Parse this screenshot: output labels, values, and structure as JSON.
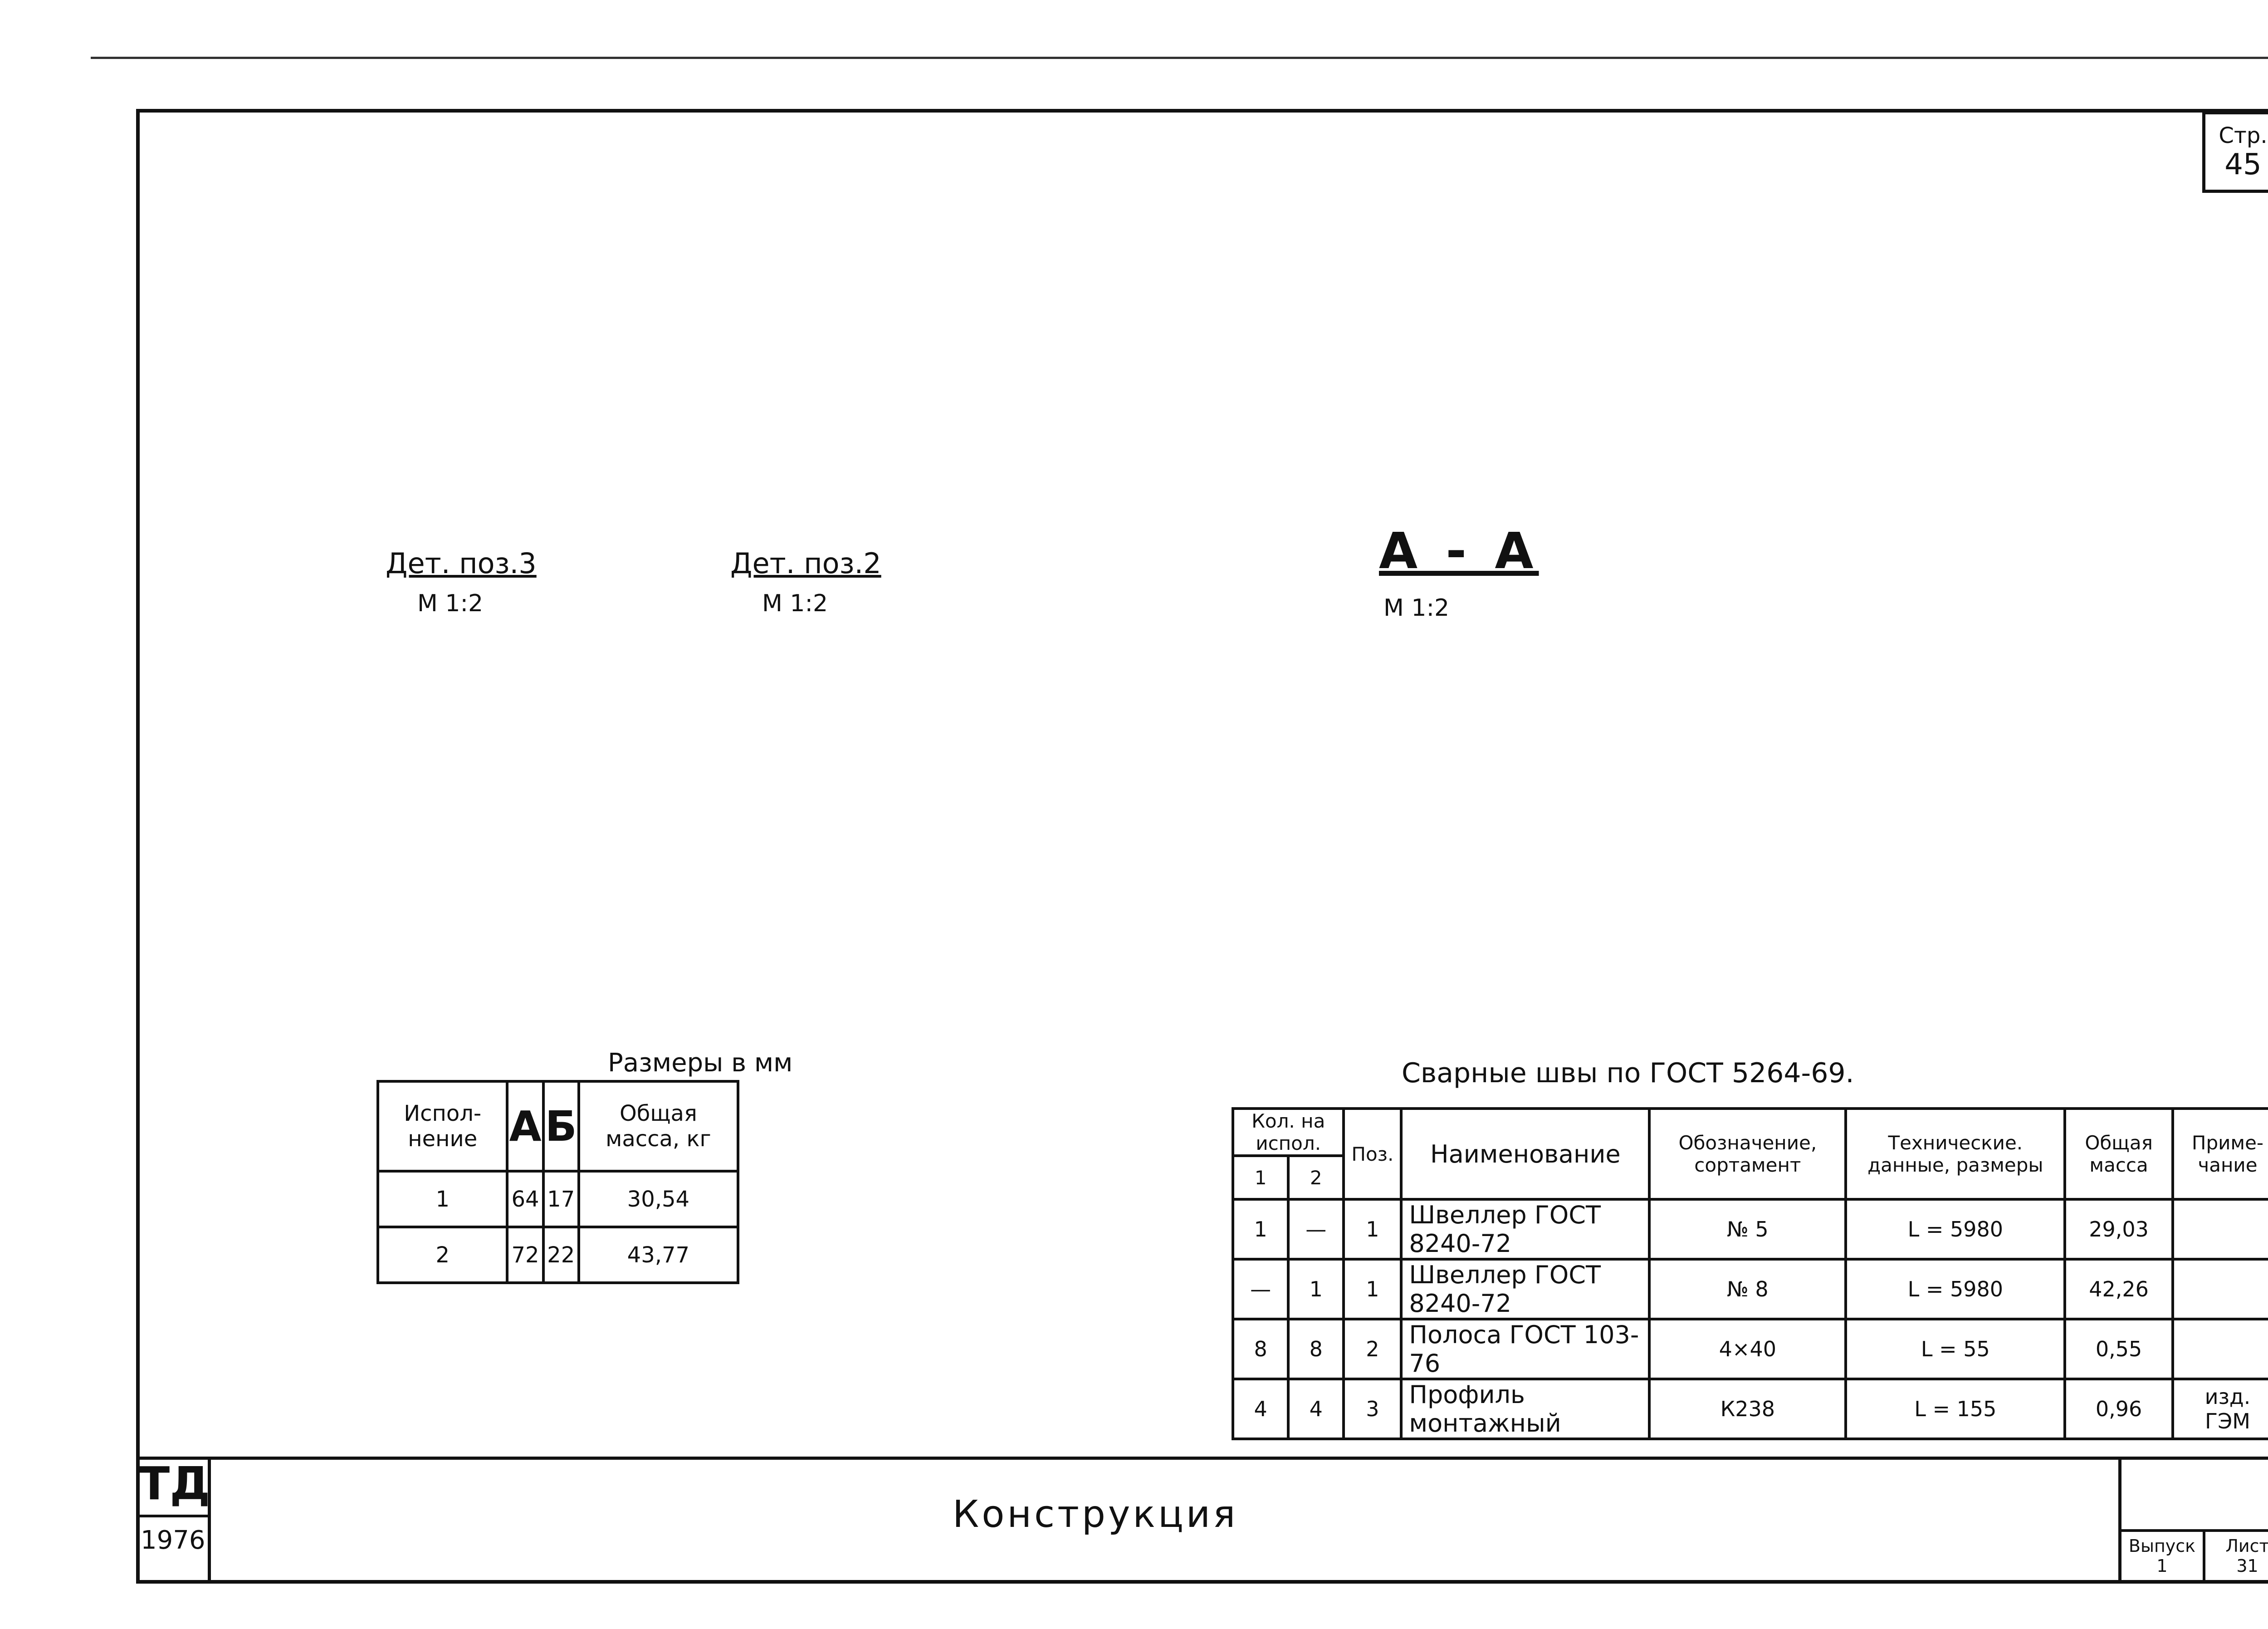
{
  "sheet": {
    "label": "Стр.",
    "number": "45"
  },
  "title_block": {
    "mark": "ТД",
    "year": "1976",
    "title": "Конструкция",
    "release_label": "Выпуск",
    "release": "1",
    "sheet_label": "Лист",
    "sheet": "31"
  },
  "details": {
    "pos3": {
      "title": "Дет. поз.3",
      "scale": "М 1:2"
    },
    "pos2": {
      "title": "Дет. поз.2",
      "scale": "М 1:2"
    },
    "section": {
      "title": "А - А",
      "scale": "М 1:2"
    }
  },
  "weld_note": "Сварные швы по ГОСТ 5264-69.",
  "dims_table": {
    "units": "Размеры в мм",
    "headers": [
      "Испол-нение",
      "А",
      "Б",
      "Общая масса, кг"
    ],
    "rows": [
      [
        "1",
        "64",
        "17",
        "30,54"
      ],
      [
        "2",
        "72",
        "22",
        "43,77"
      ]
    ]
  },
  "spec_table": {
    "headers": {
      "qty": "Кол. на испол.",
      "q1": "1",
      "q2": "2",
      "pos": "Поз.",
      "name": "Наименование",
      "designation": "Обозначение, сортамент",
      "tech": "Технические. данные, размеры",
      "mass": "Общая масса",
      "note": "Приме-чание"
    },
    "rows": [
      [
        "1",
        "—",
        "1",
        "Швеллер ГОСТ 8240-72",
        "№ 5",
        "L = 5980",
        "29,03",
        ""
      ],
      [
        "—",
        "1",
        "1",
        "Швеллер ГОСТ 8240-72",
        "№ 8",
        "L = 5980",
        "42,26",
        ""
      ],
      [
        "8",
        "8",
        "2",
        "Полоса ГОСТ 103-76",
        "4×40",
        "L = 55",
        "0,55",
        ""
      ],
      [
        "4",
        "4",
        "3",
        "Профиль монтажный",
        "К238",
        "L = 155",
        "0,96",
        "изд. ГЭМ"
      ]
    ]
  }
}
